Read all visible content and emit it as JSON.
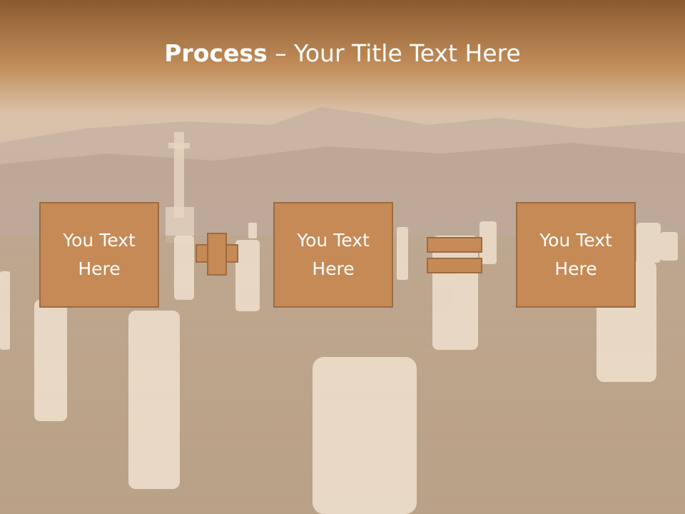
{
  "slide": {
    "title_bold": "Process",
    "title_rest": " – Your Title Text Here",
    "boxes": [
      {
        "label": "You Text Here"
      },
      {
        "label": "You Text Here"
      },
      {
        "label": "You Text Here"
      }
    ]
  },
  "colors": {
    "accent": "#c68a56",
    "accent_border": "#9c6b40",
    "header_top": "#8a5a30"
  },
  "icons": [
    "plus-sign",
    "equals-sign"
  ]
}
